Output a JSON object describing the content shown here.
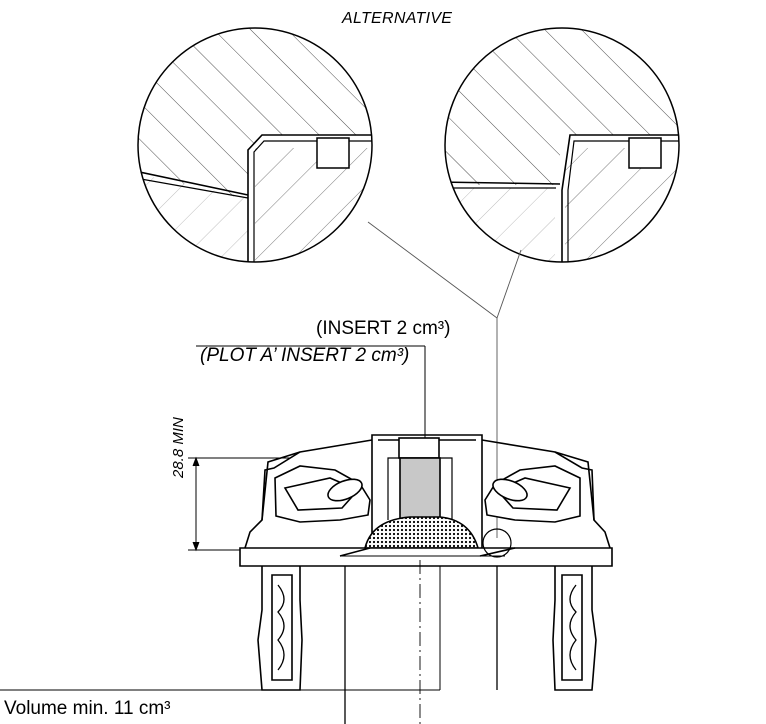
{
  "labels": {
    "alternative": "ALTERNATIVE",
    "insert": "(INSERT 2 cm³)",
    "plot_insert": "(PLOT A’ INSERT 2 cm³)",
    "dimension": "28.8 MIN",
    "volume": "Volume min. 11 cm³"
  }
}
